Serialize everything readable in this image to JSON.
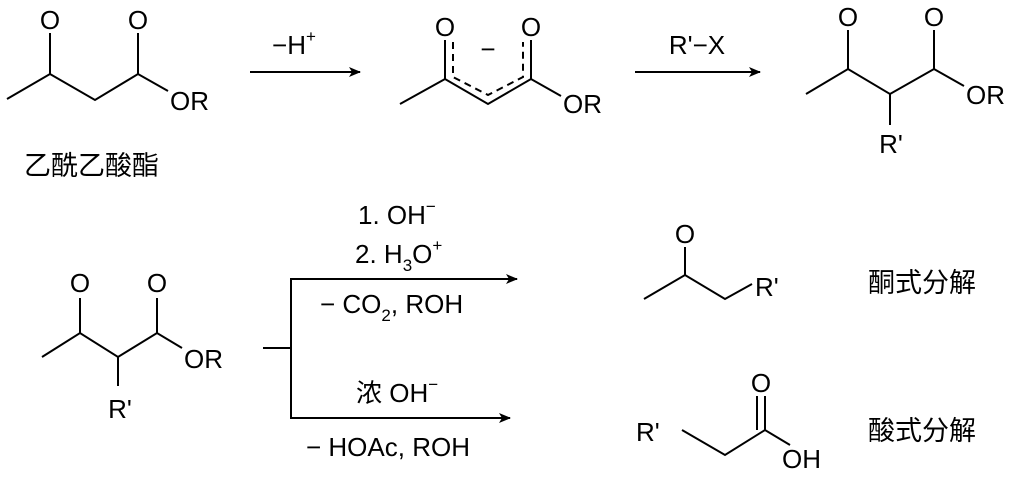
{
  "compounds": {
    "acetoacetate": {
      "o1": "O",
      "o2": "O",
      "or": "OR",
      "name": "乙酰乙酸酯"
    },
    "enolate": {
      "o1": "O",
      "o2": "O",
      "or": "OR",
      "charge": "−"
    },
    "alkylated": {
      "o1": "O",
      "o2": "O",
      "or": "OR",
      "r": "R'"
    },
    "start2": {
      "o1": "O",
      "o2": "O",
      "or": "OR",
      "r": "R'"
    },
    "ketone": {
      "o": "O",
      "r": "R'"
    },
    "acid": {
      "o": "O",
      "oh": "OH",
      "r": "R'"
    }
  },
  "arrows": {
    "deprotonation": {
      "minus": "−",
      "h": "H",
      "plus": "+"
    },
    "alkylation": {
      "reagent": "R'−X"
    },
    "ketonic": {
      "step1": "1. OH",
      "step1_sup": "−",
      "step2_a": "2. H",
      "step2_sub": "3",
      "step2_b": "O",
      "step2_sup": "+",
      "below_a": "− CO",
      "below_sub": "2",
      "below_b": ", ROH"
    },
    "acidic": {
      "above": "浓 OH",
      "above_sup": "−",
      "below": "− HOAc, ROH"
    }
  },
  "labels": {
    "ketonic": "酮式分解",
    "acidic": "酸式分解"
  }
}
